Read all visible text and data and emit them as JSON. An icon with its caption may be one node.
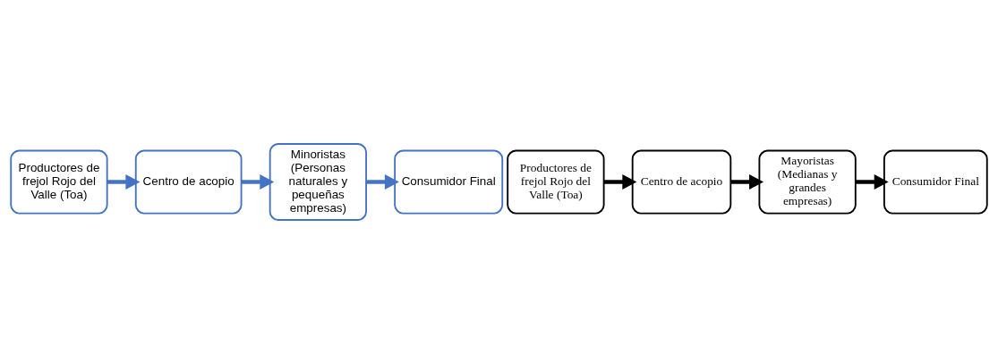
{
  "diagram": {
    "nodes": [
      {
        "text": [
          "Productores de frejol Rojo del Valle (Toa)"
        ]
      },
      {
        "text": [
          "Centro de acopio"
        ]
      },
      {
        "text": [
          "Mayoristas",
          "(Medianas y grandes empresas)"
        ]
      },
      {
        "text": [
          "Consumidor Final"
        ]
      },
      {
        "text": [
          "Productores de frejol Rojo del Valle (Toa)"
        ]
      },
      {
        "text": [
          "Centro de acopio"
        ]
      },
      {
        "text": [
          "Minoristas",
          "(Personas naturales y pequeñas empresas)"
        ]
      },
      {
        "text": [
          "Consumidor Final"
        ]
      }
    ],
    "edges": [
      {
        "from": 0,
        "to": 1,
        "arrow": "to"
      },
      {
        "from": 1,
        "to": 2,
        "arrow": "to"
      },
      {
        "from": 2,
        "to": 3,
        "arrow": "to"
      },
      {
        "from": 4,
        "to": 5,
        "arrow": "to",
        "color": "#4472c4"
      },
      {
        "from": 5,
        "to": 6,
        "arrow": "to",
        "color": "#4472c4"
      },
      {
        "from": 6,
        "to": 7,
        "arrow": "to",
        "color": "#4472c4"
      }
    ]
  }
}
